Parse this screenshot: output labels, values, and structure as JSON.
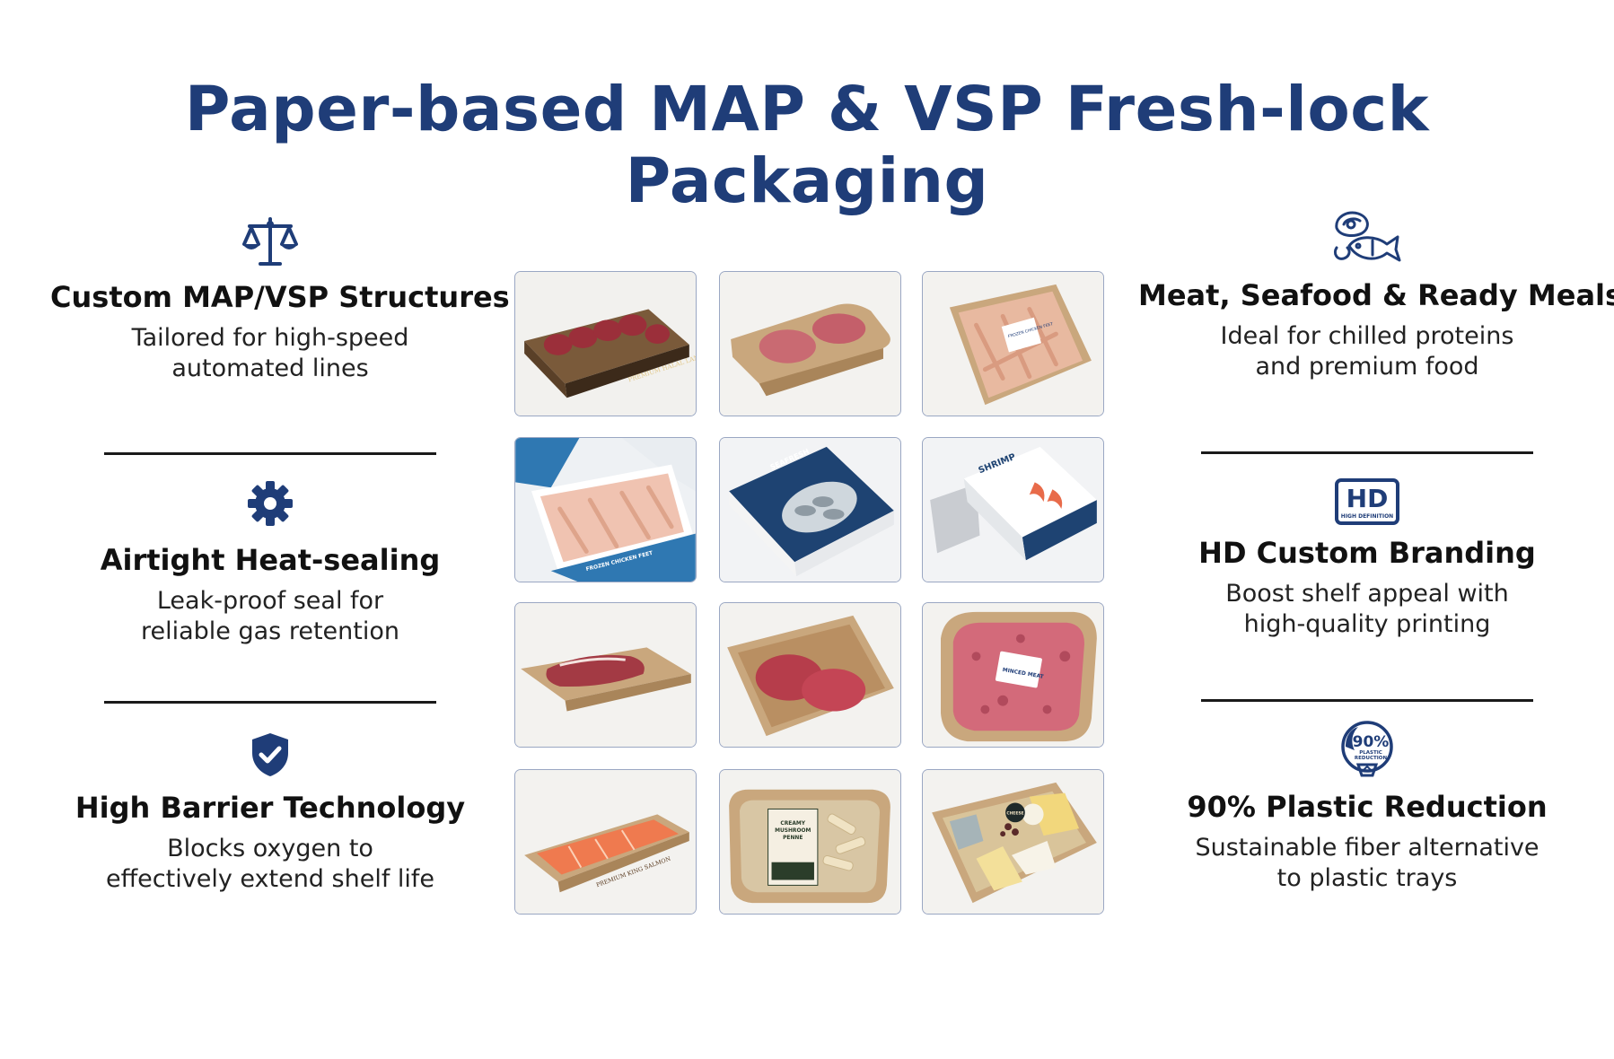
{
  "title": "Paper-based MAP & VSP Fresh-lock Packaging",
  "colors": {
    "brand_navy": "#1f3d78",
    "text": "#111111",
    "tile_border": "#9aa7c3",
    "kraft": "#c9a77d"
  },
  "left_features": [
    {
      "icon": "scale-icon",
      "heading": "Custom MAP/VSP Structures",
      "line1": "Tailored for high-speed",
      "line2": "automated lines"
    },
    {
      "icon": "gear-icon",
      "heading": "Airtight Heat-sealing",
      "line1": "Leak-proof seal for",
      "line2": "reliable gas retention"
    },
    {
      "icon": "shield-check-icon",
      "heading": "High Barrier Technology",
      "line1": "Blocks oxygen to",
      "line2": "effectively extend shelf life"
    }
  ],
  "right_features": [
    {
      "icon": "meat-fish-icon",
      "heading": "Meat, Seafood & Ready Meals",
      "line1": "Ideal for chilled proteins",
      "line2": "and premium food"
    },
    {
      "icon": "hd-badge-icon",
      "heading": "HD Custom Branding",
      "line1": "Boost shelf appeal with",
      "line2": "high-quality printing"
    },
    {
      "icon": "plastic-reduction-icon",
      "heading": "90% Plastic Reduction",
      "line1": "Sustainable fiber alternative",
      "line2": "to plastic trays"
    }
  ],
  "icon_text": {
    "hd_big": "HD",
    "hd_small": "HIGH DEFINITION",
    "pct": "90%",
    "pct_sub1": "PLASTIC",
    "pct_sub2": "REDUCTION"
  },
  "product_labels": {
    "lamb": "PREMIUM HALAL LAMB",
    "chicken_feet": "FROZEN CHICKEN FEET",
    "seafresh": "SEAFRESH",
    "shrimp": "SHRIMP",
    "minced": "MINCED MEAT",
    "salmon": "PREMIUM KING SALMON",
    "creamy_penne_1": "CREAMY",
    "creamy_penne_2": "MUSHROOM",
    "creamy_penne_3": "PENNE",
    "cheese": "CHEESE"
  }
}
